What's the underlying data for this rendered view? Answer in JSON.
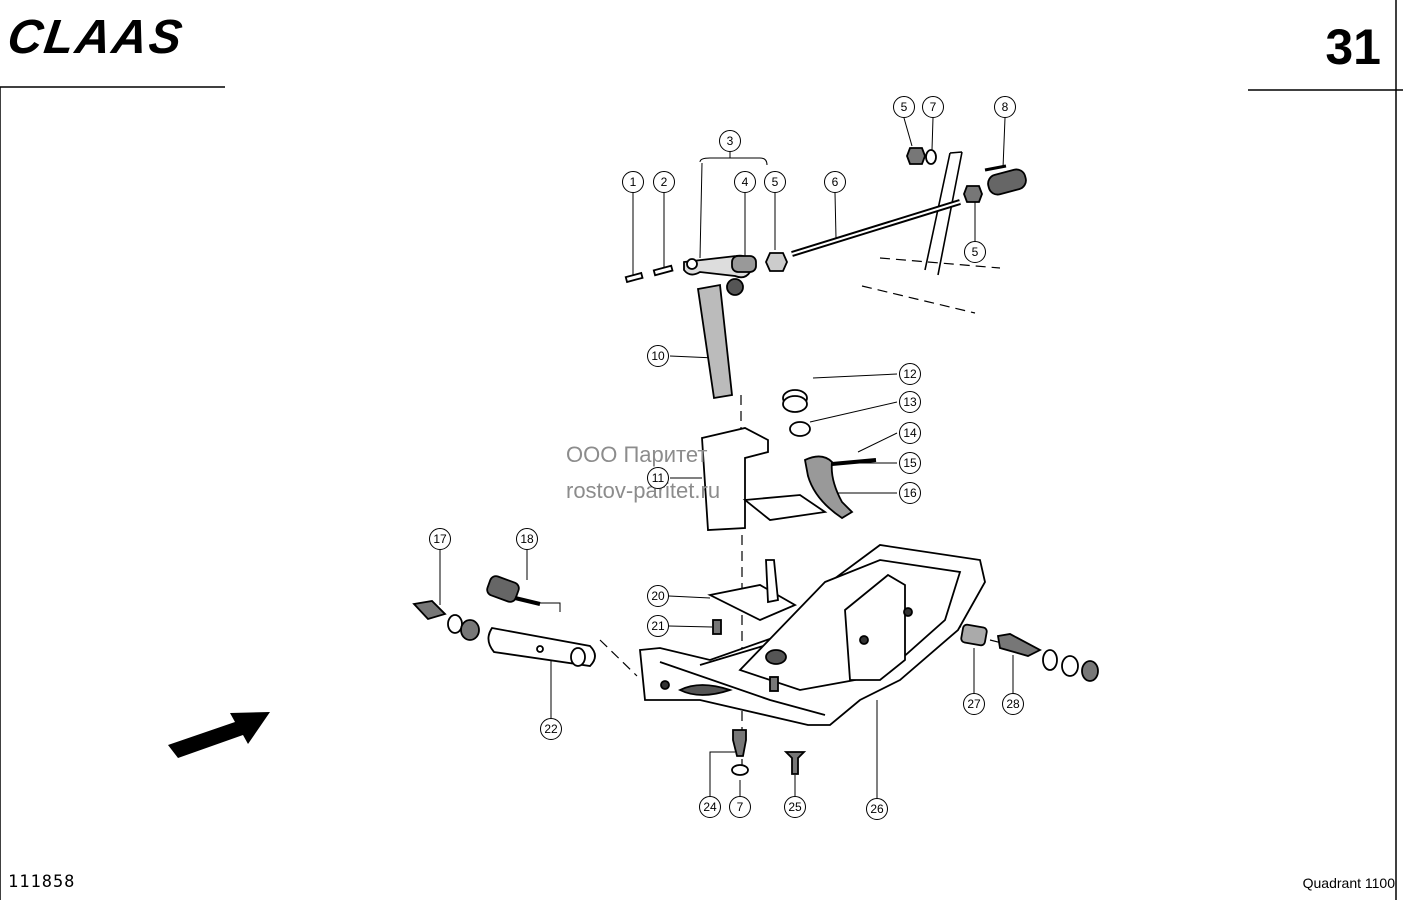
{
  "header": {
    "logo": "CLAAS",
    "page_number": "31"
  },
  "footer": {
    "document_id": "111858",
    "model": "Quadrant 1100"
  },
  "watermark": {
    "line1": "ООО Паритет",
    "line2": "rostov-paritet.ru"
  },
  "callouts": [
    "1",
    "2",
    "3",
    "4",
    "5",
    "5",
    "5",
    "6",
    "7",
    "7",
    "8",
    "10",
    "11",
    "12",
    "13",
    "14",
    "15",
    "16",
    "17",
    "18",
    "20",
    "21",
    "22",
    "24",
    "25",
    "26",
    "27",
    "28"
  ]
}
